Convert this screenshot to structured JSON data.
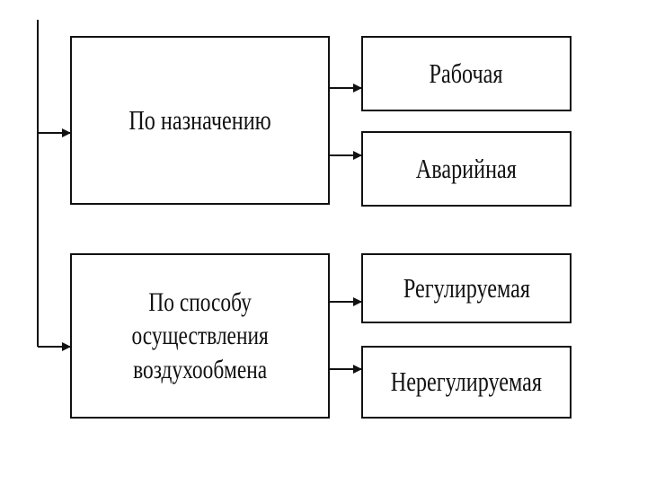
{
  "diagram": {
    "categories": [
      {
        "label": "По назначению",
        "children": [
          "Рабочая",
          "Аварийная"
        ]
      },
      {
        "label": "По способу\nосуществления\nвоздухообмена",
        "children": [
          "Регулируемая",
          "Нерегулируемая"
        ]
      }
    ],
    "colors": {
      "line": "#111111",
      "box_border": "#111111",
      "background": "#ffffff"
    }
  }
}
